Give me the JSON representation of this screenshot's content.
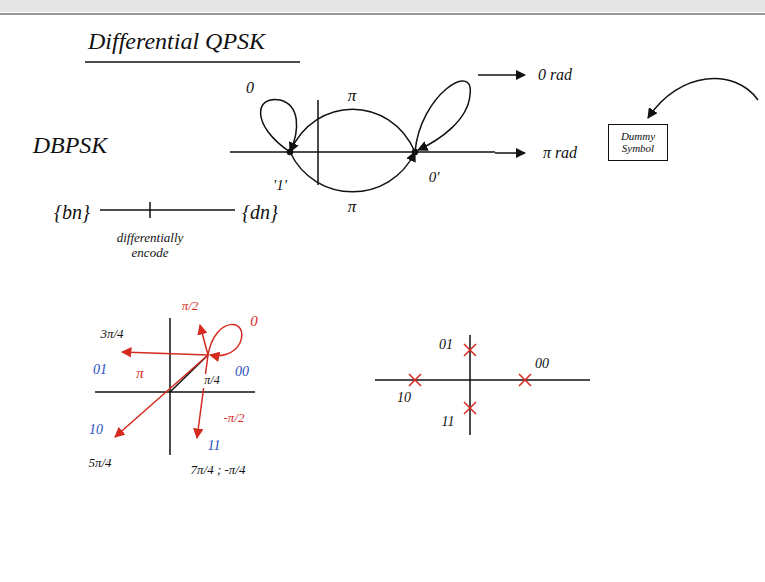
{
  "diagram": {
    "title": "Differential QPSK",
    "nodes": [
      {
        "text": [
          "Dummy Symbol"
        ]
      }
    ],
    "labels": [
      "DBPSK",
      "0",
      "π",
      "'1'",
      "π",
      "0'",
      "0 rad",
      "π rad",
      "{bn}",
      "{dn}",
      "differentially encode",
      "3π/4",
      "π/2",
      "0",
      "01",
      "00",
      "π",
      "π/4",
      "-π/2",
      "10",
      "11",
      "5π/4",
      "7π/4 ; -π/4",
      "01",
      "00",
      "10",
      "11"
    ]
  }
}
